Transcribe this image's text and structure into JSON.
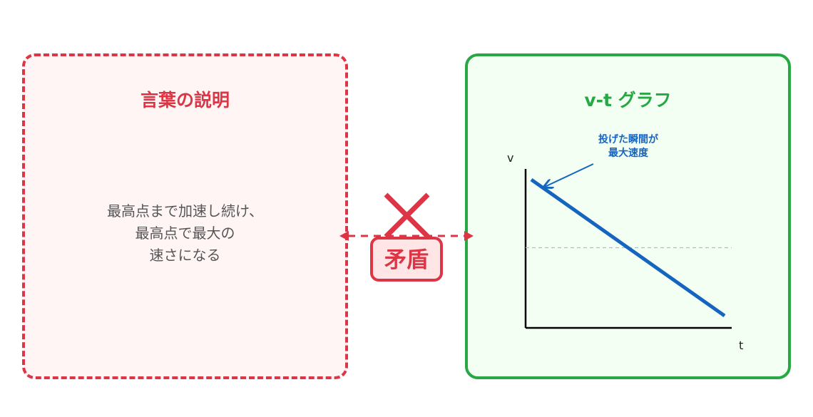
{
  "left_panel": {
    "title": "言葉の説明",
    "lines": [
      "最高点まで加速し続け、",
      "最高点で最大の",
      "速さになる"
    ]
  },
  "right_panel": {
    "title": "v-t グラフ"
  },
  "contradiction": {
    "label": "矛盾"
  },
  "chart_data": {
    "type": "line",
    "xlabel": "t",
    "ylabel": "v",
    "grid": false,
    "annotations": [
      "投げた瞬間が",
      "最大速度"
    ],
    "series": [
      {
        "values": [
          0.9,
          0.0
        ]
      }
    ],
    "x": [
      0,
      1
    ],
    "ylim": [
      0,
      1
    ],
    "xlim": [
      0,
      1
    ],
    "reference_line": 0.45
  },
  "colors": {
    "contradiction_red": "#dc3545",
    "consistent_green": "#28a745",
    "graph_line_blue": "#1565c0"
  }
}
